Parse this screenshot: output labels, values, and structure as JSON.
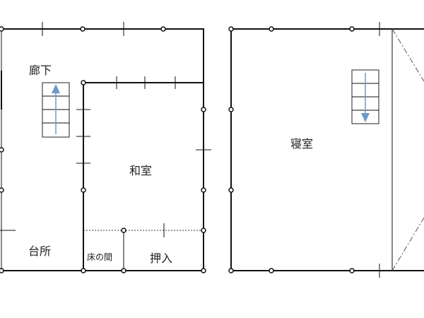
{
  "rooms": {
    "hallway": "廊下",
    "washitsu": "和室",
    "kitchen": "台所",
    "tokonoma": "床の間",
    "closet": "押入",
    "bedroom": "寝室"
  },
  "colors": {
    "wall": "#111111",
    "stair_arrow": "#6a9ac8"
  }
}
